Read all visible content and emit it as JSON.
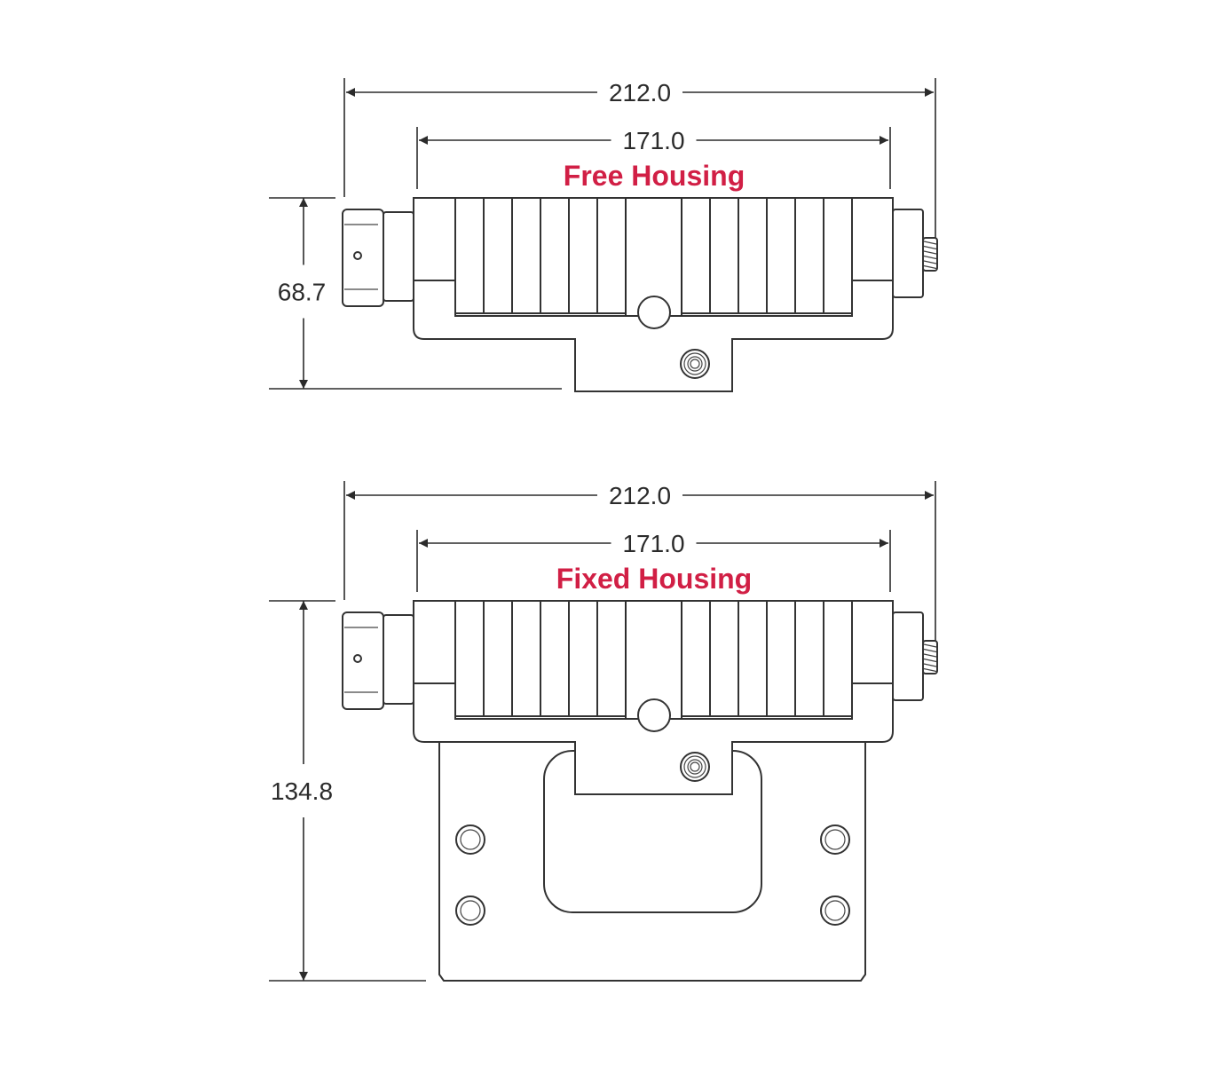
{
  "title_color": "#d11f45",
  "views": [
    {
      "name": "free-housing",
      "title": "Free Housing",
      "overall_length": "212.0",
      "rail_length": "171.0",
      "height": "68.7"
    },
    {
      "name": "fixed-housing",
      "title": "Fixed Housing",
      "overall_length": "212.0",
      "rail_length": "171.0",
      "height": "134.8"
    }
  ]
}
